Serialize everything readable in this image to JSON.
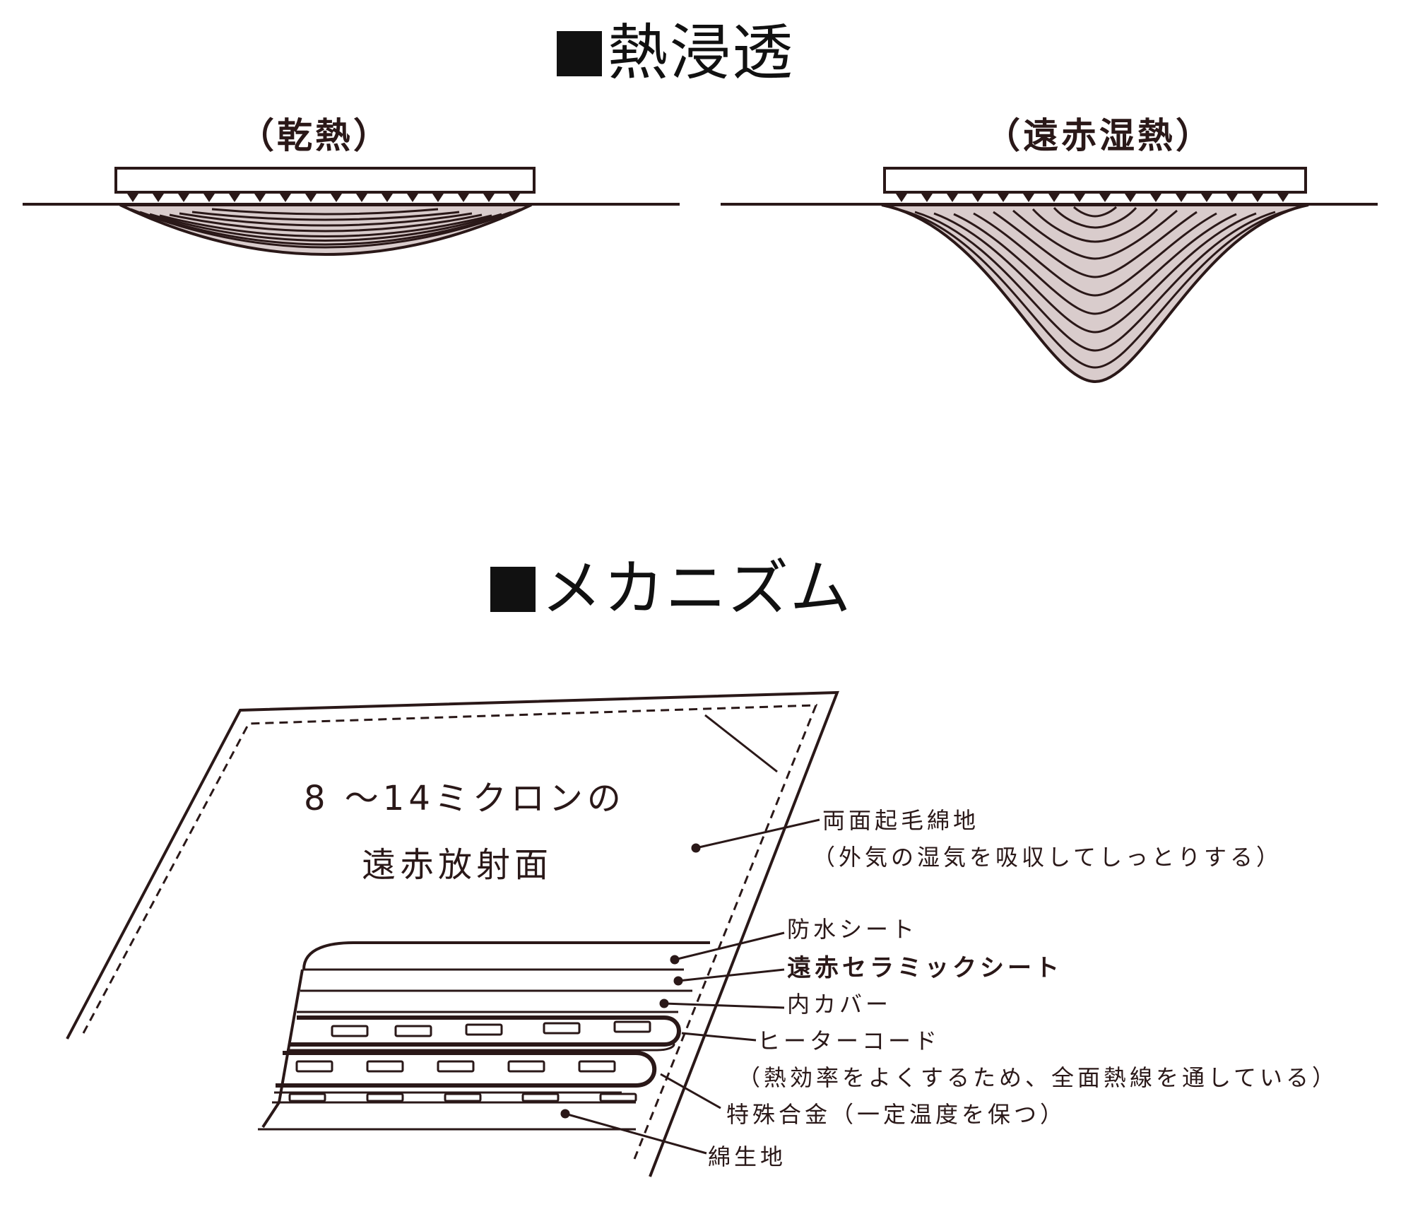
{
  "headings": {
    "heat_penetration": "熱浸透",
    "mechanism": "メカニズム"
  },
  "penetration": {
    "dry_label": "（乾熱）",
    "far_ir_label": "（遠赤湿熱）"
  },
  "mechanism": {
    "emission_line1": "8 〜14ミクロンの",
    "emission_line2": "遠赤放射面",
    "layers": [
      {
        "label": "両面起毛綿地"
      },
      {
        "label": "（外気の湿気を吸収してしっとりする）"
      },
      {
        "label": "防水シート"
      },
      {
        "label": "遠赤セラミックシート"
      },
      {
        "label": "内カバー"
      },
      {
        "label": "ヒーターコード"
      },
      {
        "label": "（熱効率をよくするため、全面熱線を通している）"
      },
      {
        "label": "特殊合金（一定温度を保つ）"
      },
      {
        "label": "綿生地"
      }
    ]
  },
  "colors": {
    "ink": "#2a1818",
    "fill": "#d9cccc"
  }
}
